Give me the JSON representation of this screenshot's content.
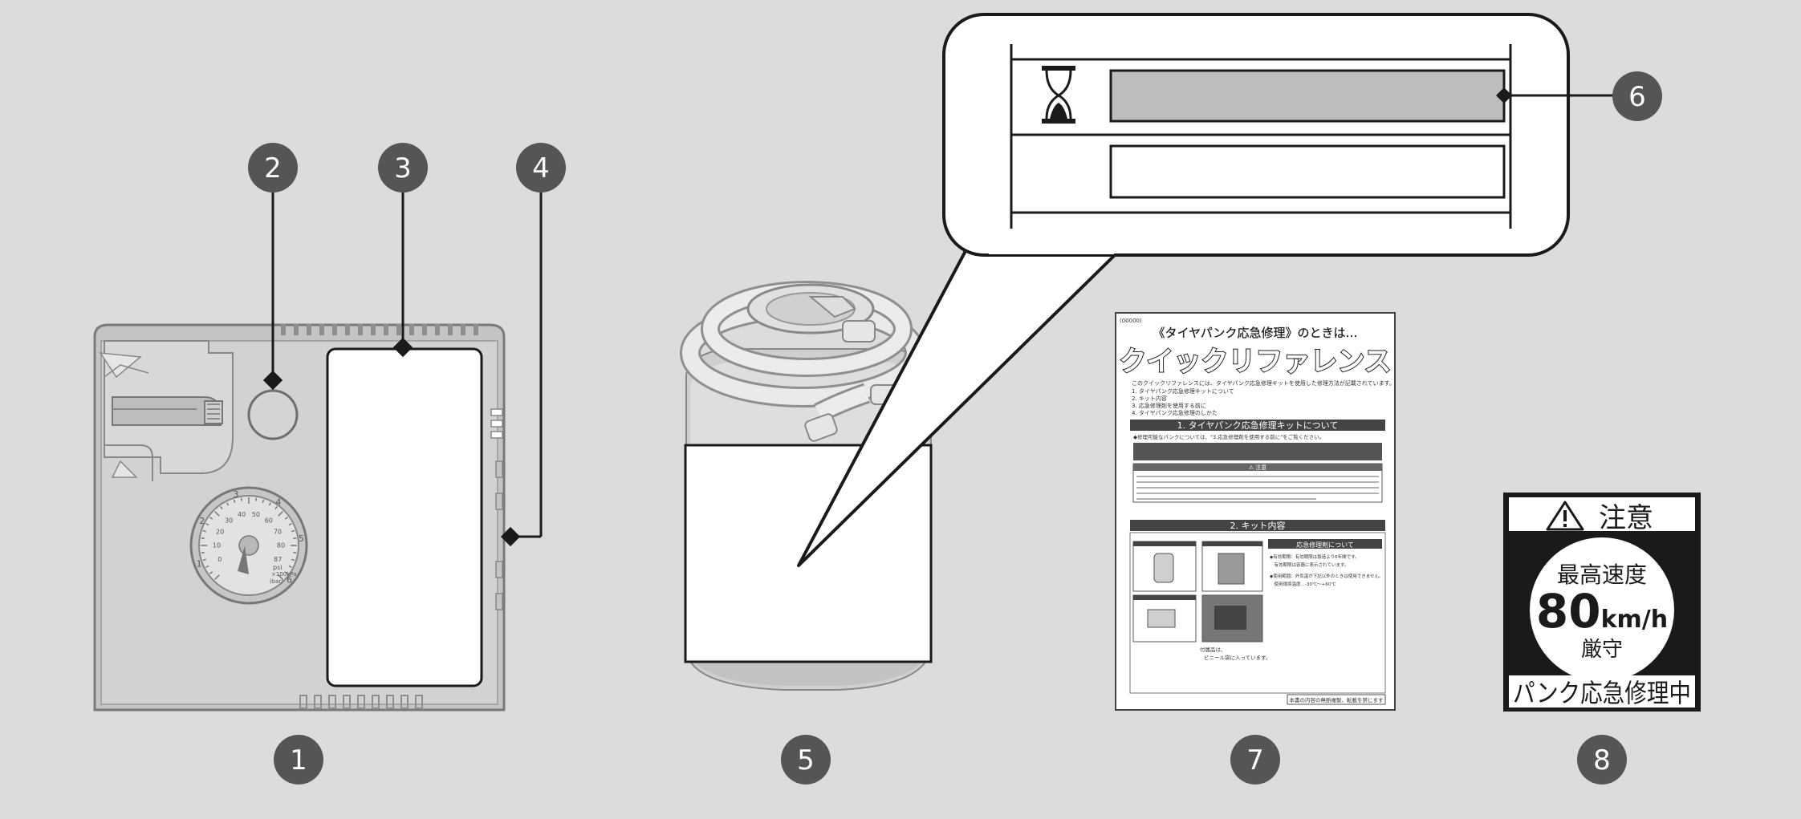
{
  "callouts": [
    "1",
    "2",
    "3",
    "4",
    "5",
    "6",
    "7",
    "8"
  ],
  "gauge": {
    "psi_ticks": [
      "0",
      "10",
      "20",
      "30",
      "40",
      "50",
      "60",
      "70",
      "80",
      "87"
    ],
    "bar_ticks": [
      "1",
      "2",
      "3",
      "4",
      "5",
      "6"
    ],
    "units_line1": "psi",
    "units_line2": "×100kPa",
    "units_line3": "(bar)"
  },
  "manual": {
    "tag": "(00000)",
    "header": "《タイヤパンク応急修理》のときは…",
    "title": "クイックリファレンス",
    "intro": "このクイックリファレンスには、タイヤパンク応急修理キットを使用した修理方法が記載されています。",
    "toc": [
      "1. タイヤパンク応急修理キットについて",
      "2. キット内容",
      "3. 応急修理剤を使用する前に",
      "4. タイヤパンク応急修理のしかた"
    ],
    "section1_title": "1. タイヤパンク応急修理キットについて",
    "section1_note": "◆修理可能なパンクについては、\"3.応急修理剤を使用する前に\"をご覧ください。",
    "caution_label": "⚠ 注意",
    "section2_title": "2. キット内容",
    "sealant_box_title": "応急修理剤について",
    "sealant_lines": [
      "◆有効期限：有効期限は製造より6年間です。",
      "　有効期限は容器に表示されています。",
      "◆使用範囲：外気温が下記以外のときは使用できません。",
      "　使用環境温度…-30℃～+60℃"
    ],
    "accessories_note1": "付属品は、",
    "accessories_note2": "ビニール袋に入っています。",
    "footer_box": "本書の内容の無断複製、転載を禁じます"
  },
  "sticker": {
    "caution": "注意",
    "line1": "最高速度",
    "speed_number": "80",
    "speed_unit": "km/h",
    "line3": "厳守",
    "bottom": "パンク応急修理中"
  }
}
